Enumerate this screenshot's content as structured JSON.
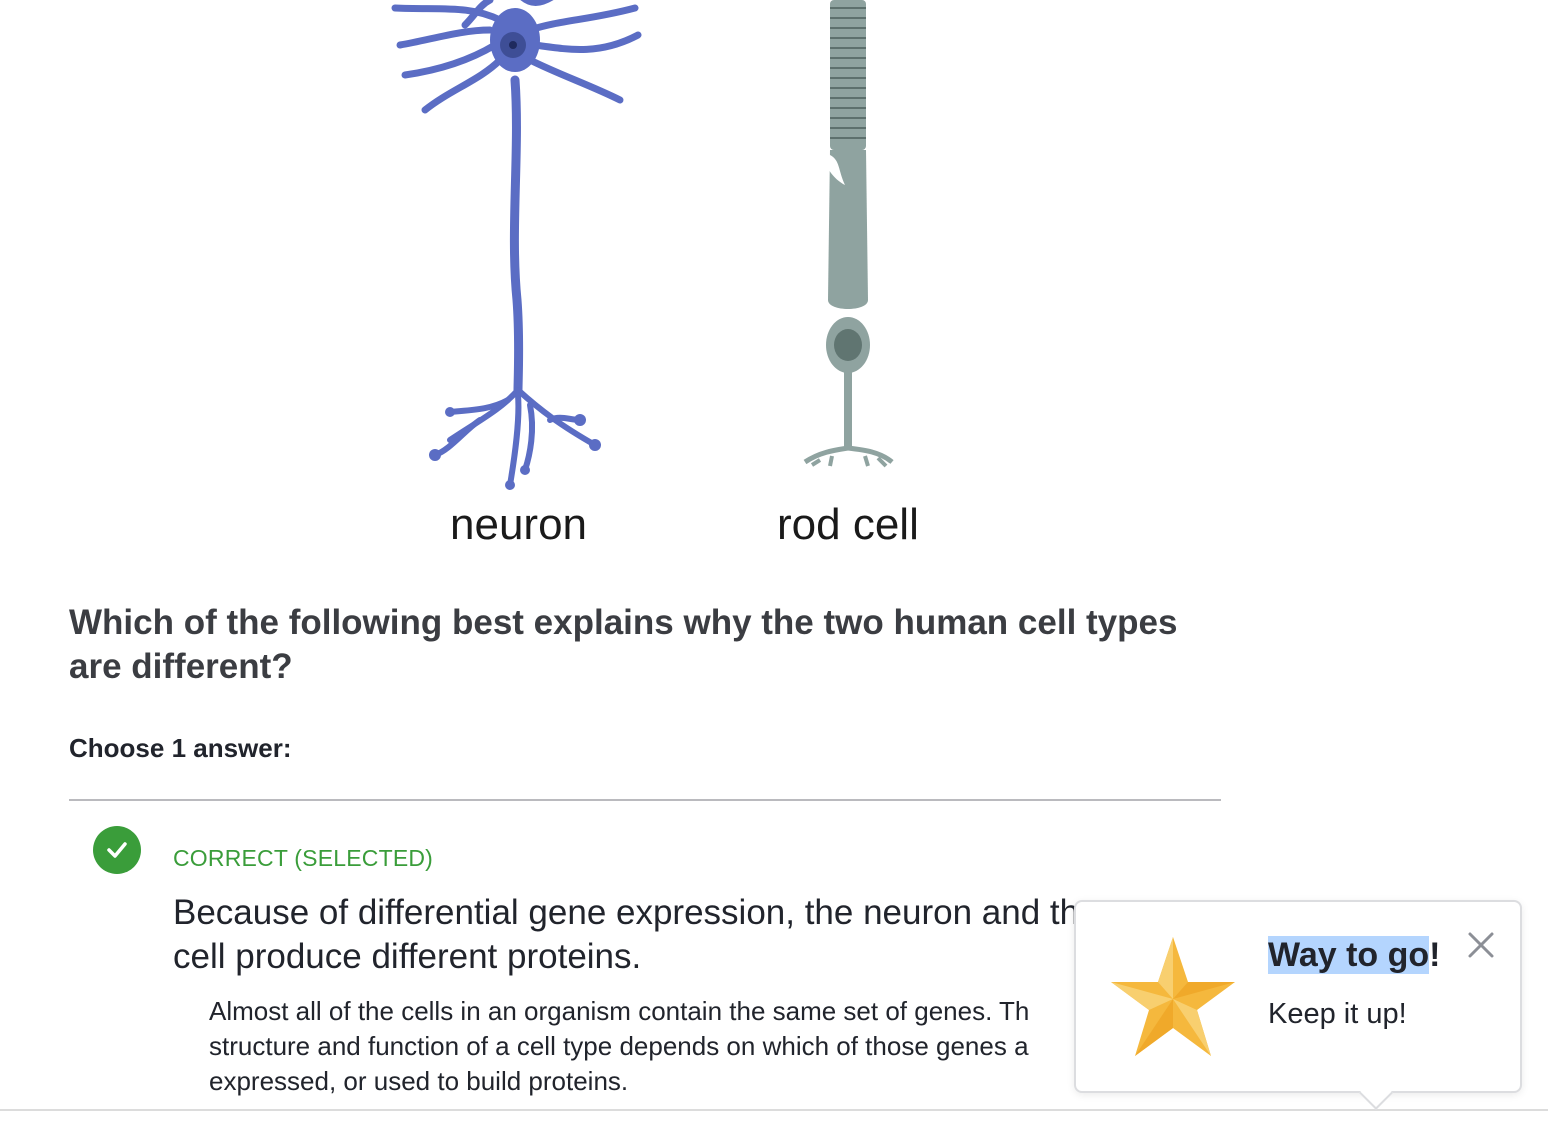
{
  "figure": {
    "neuron_label": "neuron",
    "rod_label": "rod cell"
  },
  "question": {
    "text": "Which of the following best explains why the two human cell types are different?",
    "instruction": "Choose 1 answer:"
  },
  "answer": {
    "status": "CORRECT (SELECTED)",
    "text": "Because of differential gene expression, the neuron and th",
    "text_line2": "cell produce different proteins.",
    "rationale_line1": "Almost all of the cells in an organism contain the same set of genes. Th",
    "rationale_line2": "structure and function of a cell type depends on which of those genes a",
    "rationale_line3": "expressed, or used to build proteins."
  },
  "popup": {
    "title_highlighted": "Way to go",
    "title_rest": "!",
    "subtitle": "Keep it up!",
    "icon": "star-icon",
    "close_icon": "close-icon"
  },
  "colors": {
    "correct_green": "#3a9d3a",
    "neuron_blue": "#5b6dc4",
    "rod_gray": "#8fa3a0",
    "star_gold": "#f5b83d",
    "highlight": "#b4d5fe"
  }
}
